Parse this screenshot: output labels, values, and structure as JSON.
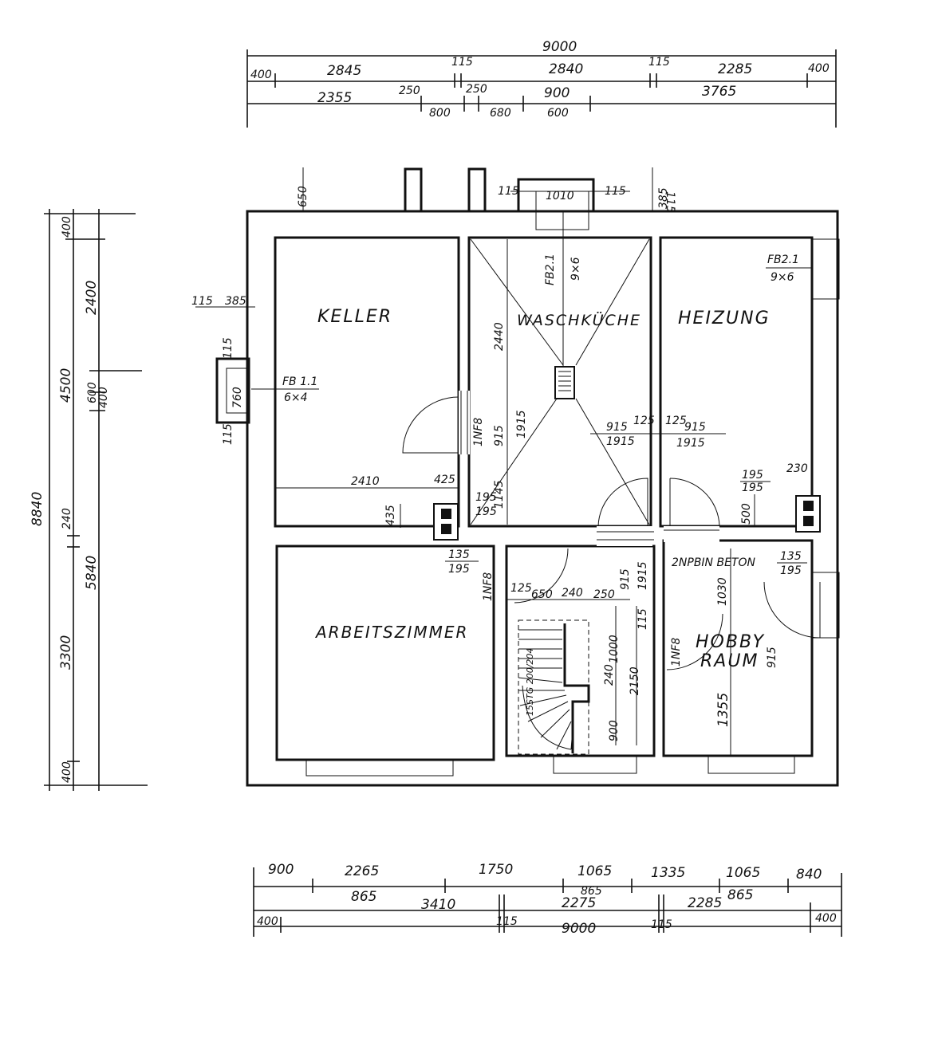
{
  "rooms": {
    "keller": "KELLER",
    "waschkueche": "WASCHKÜCHE",
    "heizung": "HEIZUNG",
    "arbeitszimmer": "ARBEITSZIMMER",
    "hobby_line1": "HOBBY",
    "hobby_line2": "RAUM"
  },
  "top_dimensions": {
    "overall": "9000",
    "row1": [
      "400",
      "2845",
      "115",
      "2840",
      "115",
      "2285",
      "400"
    ],
    "row2": [
      "2355",
      "250",
      "250",
      "900",
      "3765",
      "800",
      "680",
      "600"
    ]
  },
  "bottom_dimensions": {
    "row1": [
      "900",
      "2265",
      "1750",
      "1065",
      "1335",
      "1065",
      "840"
    ],
    "row2": [
      "865",
      "3410",
      "865",
      "2275",
      "2285",
      "865"
    ],
    "row3": [
      "400",
      "115",
      "9000",
      "115",
      "400"
    ]
  },
  "left_dimensions": {
    "overall": "8840",
    "outer": [
      "400",
      "2400",
      "4500",
      "600",
      "400",
      "240",
      "5840",
      "3300",
      "400"
    ]
  },
  "windows": {
    "fb11_label": "FB 1.1",
    "fb11_size": "6×4",
    "fb21a_label": "FB2.1",
    "fb21a_size": "9×6",
    "fb21b_label": "FB2.1",
    "fb21b_size": "9×6"
  },
  "inner_dimensions": {
    "chimney_top": [
      "115",
      "1010",
      "115"
    ],
    "top_right": [
      "115",
      "385"
    ],
    "top_650": "650",
    "left_shaft": [
      "115",
      "385",
      "115",
      "760",
      "115"
    ],
    "keller": [
      "2410",
      "425",
      "435",
      "195",
      "195",
      "135",
      "195"
    ],
    "wasch": [
      "2440",
      "915",
      "1915",
      "1145",
      "1NF8"
    ],
    "center": [
      "915",
      "125",
      "1915",
      "125",
      "915",
      "1915"
    ],
    "heizung_right": [
      "195",
      "195",
      "230",
      "500"
    ],
    "beton_note": "2NPBIN BETON",
    "beton_dims": [
      "135",
      "195"
    ],
    "stair_labels": [
      "125",
      "650",
      "240",
      "250",
      "915",
      "115",
      "1915",
      "1NF8"
    ],
    "stair_text": "15STG 200/204",
    "stair_dims": [
      "240",
      "1000",
      "2150",
      "900"
    ],
    "hobby_dims": [
      "1030",
      "915",
      "1355",
      "1NF8"
    ]
  }
}
